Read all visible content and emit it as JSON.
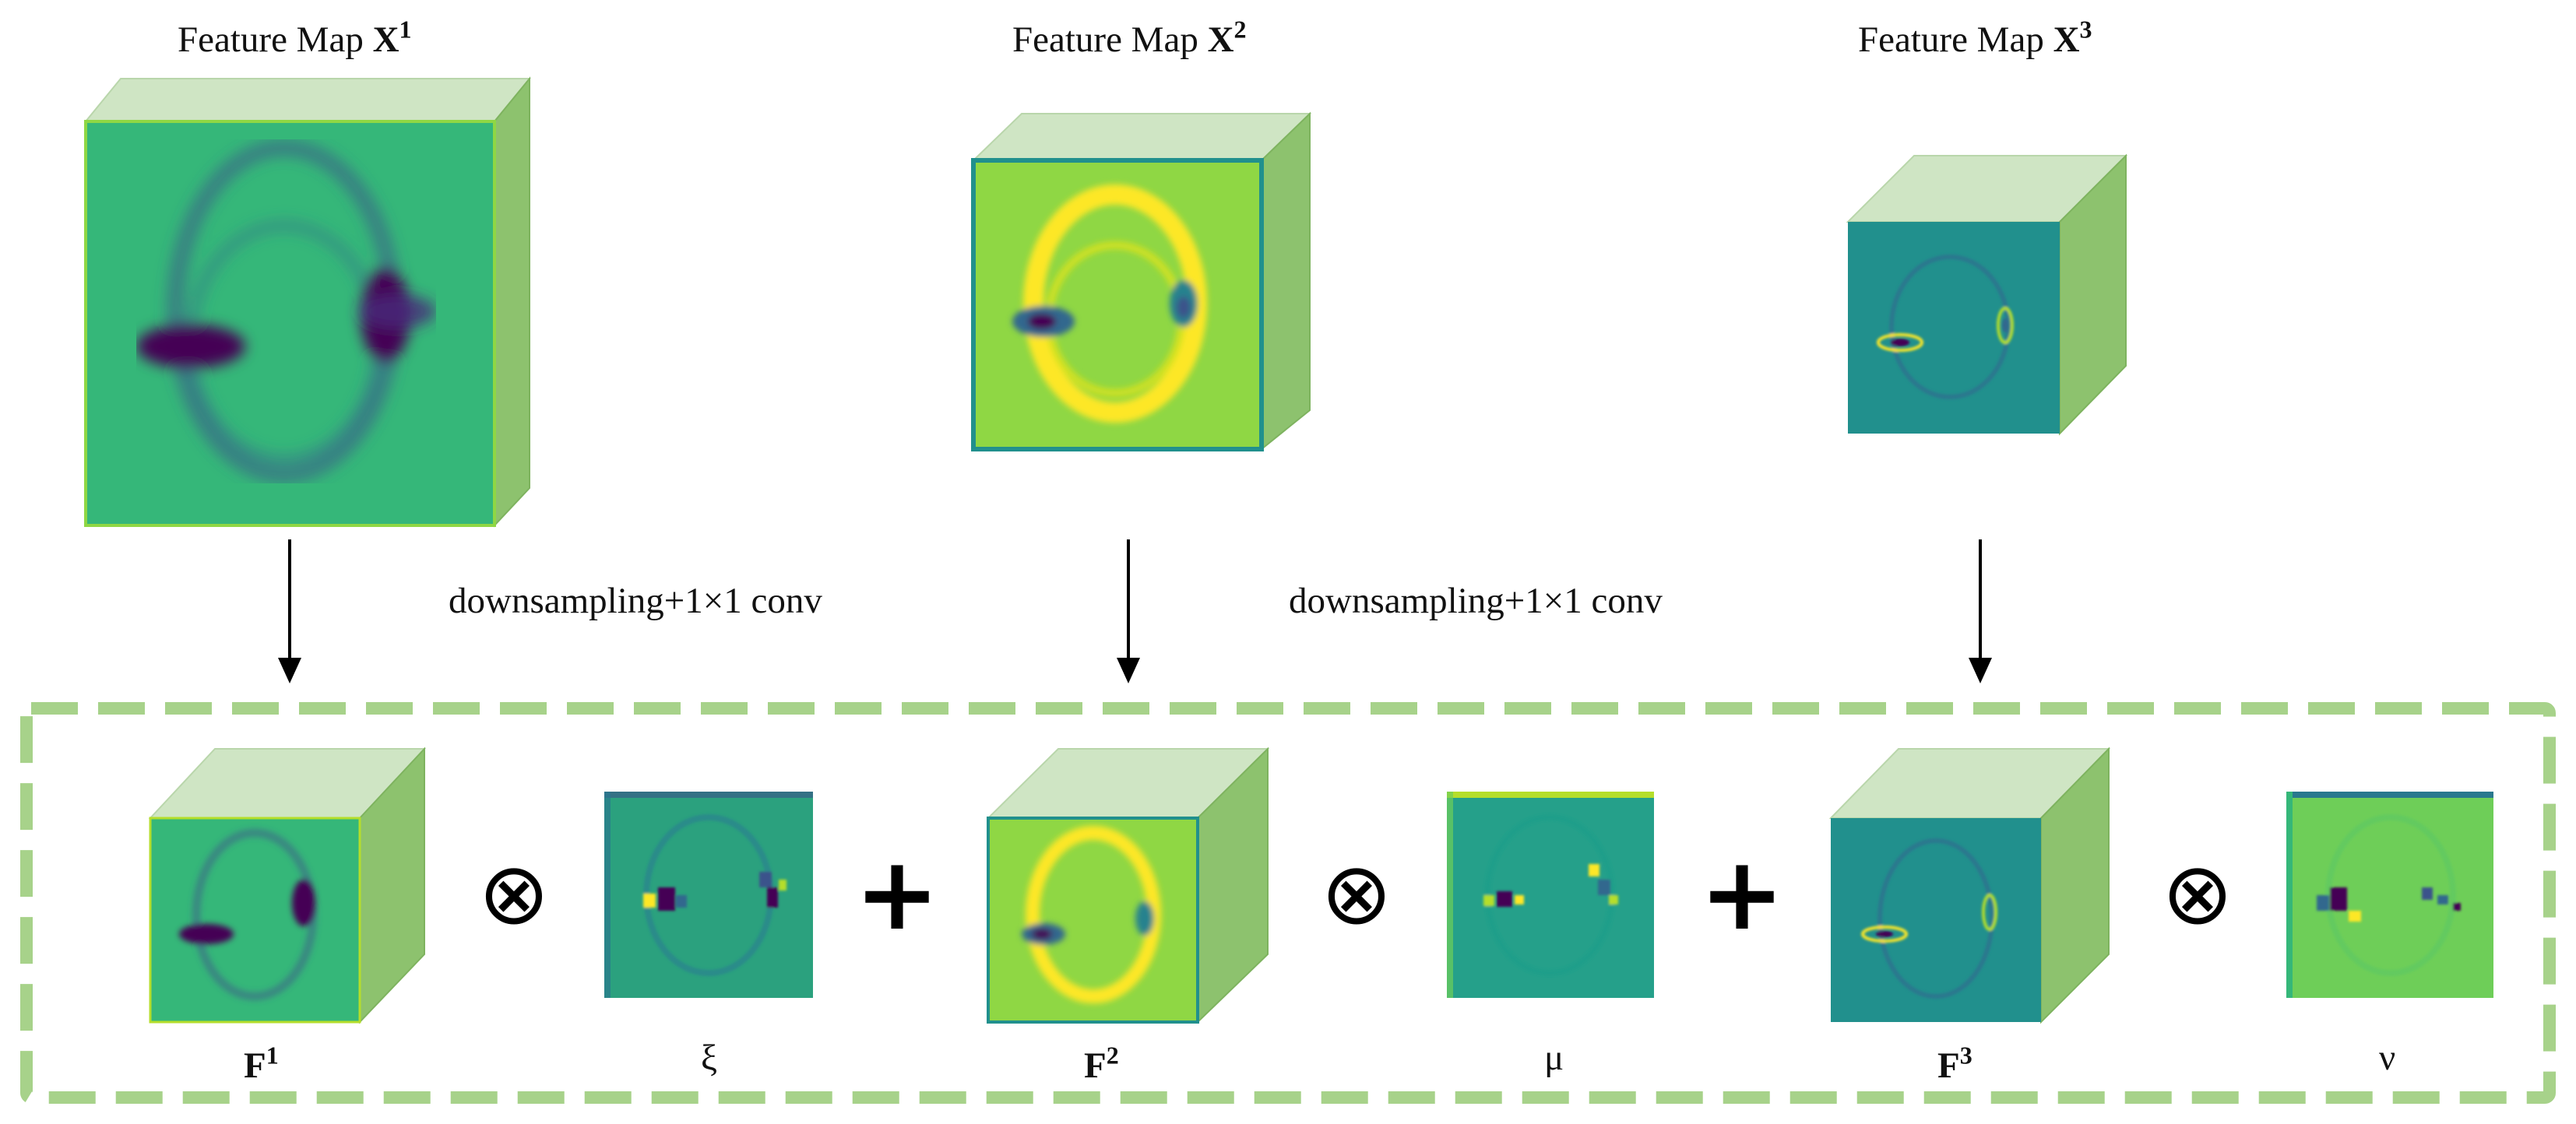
{
  "top_maps": [
    {
      "prefix": "Feature Map",
      "base": "X",
      "sup": "1"
    },
    {
      "prefix": "Feature Map",
      "base": "X",
      "sup": "2"
    },
    {
      "prefix": "Feature Map",
      "base": "X",
      "sup": "3"
    }
  ],
  "transform_labels": [
    "downsampling+1×1 conv",
    "downsampling+1×1 conv"
  ],
  "bottom_features": [
    {
      "base": "F",
      "sup": "1"
    },
    {
      "base": "F",
      "sup": "2"
    },
    {
      "base": "F",
      "sup": "3"
    }
  ],
  "weights": [
    "ξ",
    "μ",
    "ν"
  ],
  "operators": {
    "multiply": "⊗",
    "add": "+"
  },
  "colors": {
    "cube_top": "#cfe5c4",
    "cube_side": "#8dc26e",
    "dashed_border": "#a7d28a",
    "map1_face": "#35b779",
    "map2_face": "#8fd744",
    "map3_face": "#21908d",
    "feature_dark": "#440154",
    "feature_light": "#fde725"
  }
}
